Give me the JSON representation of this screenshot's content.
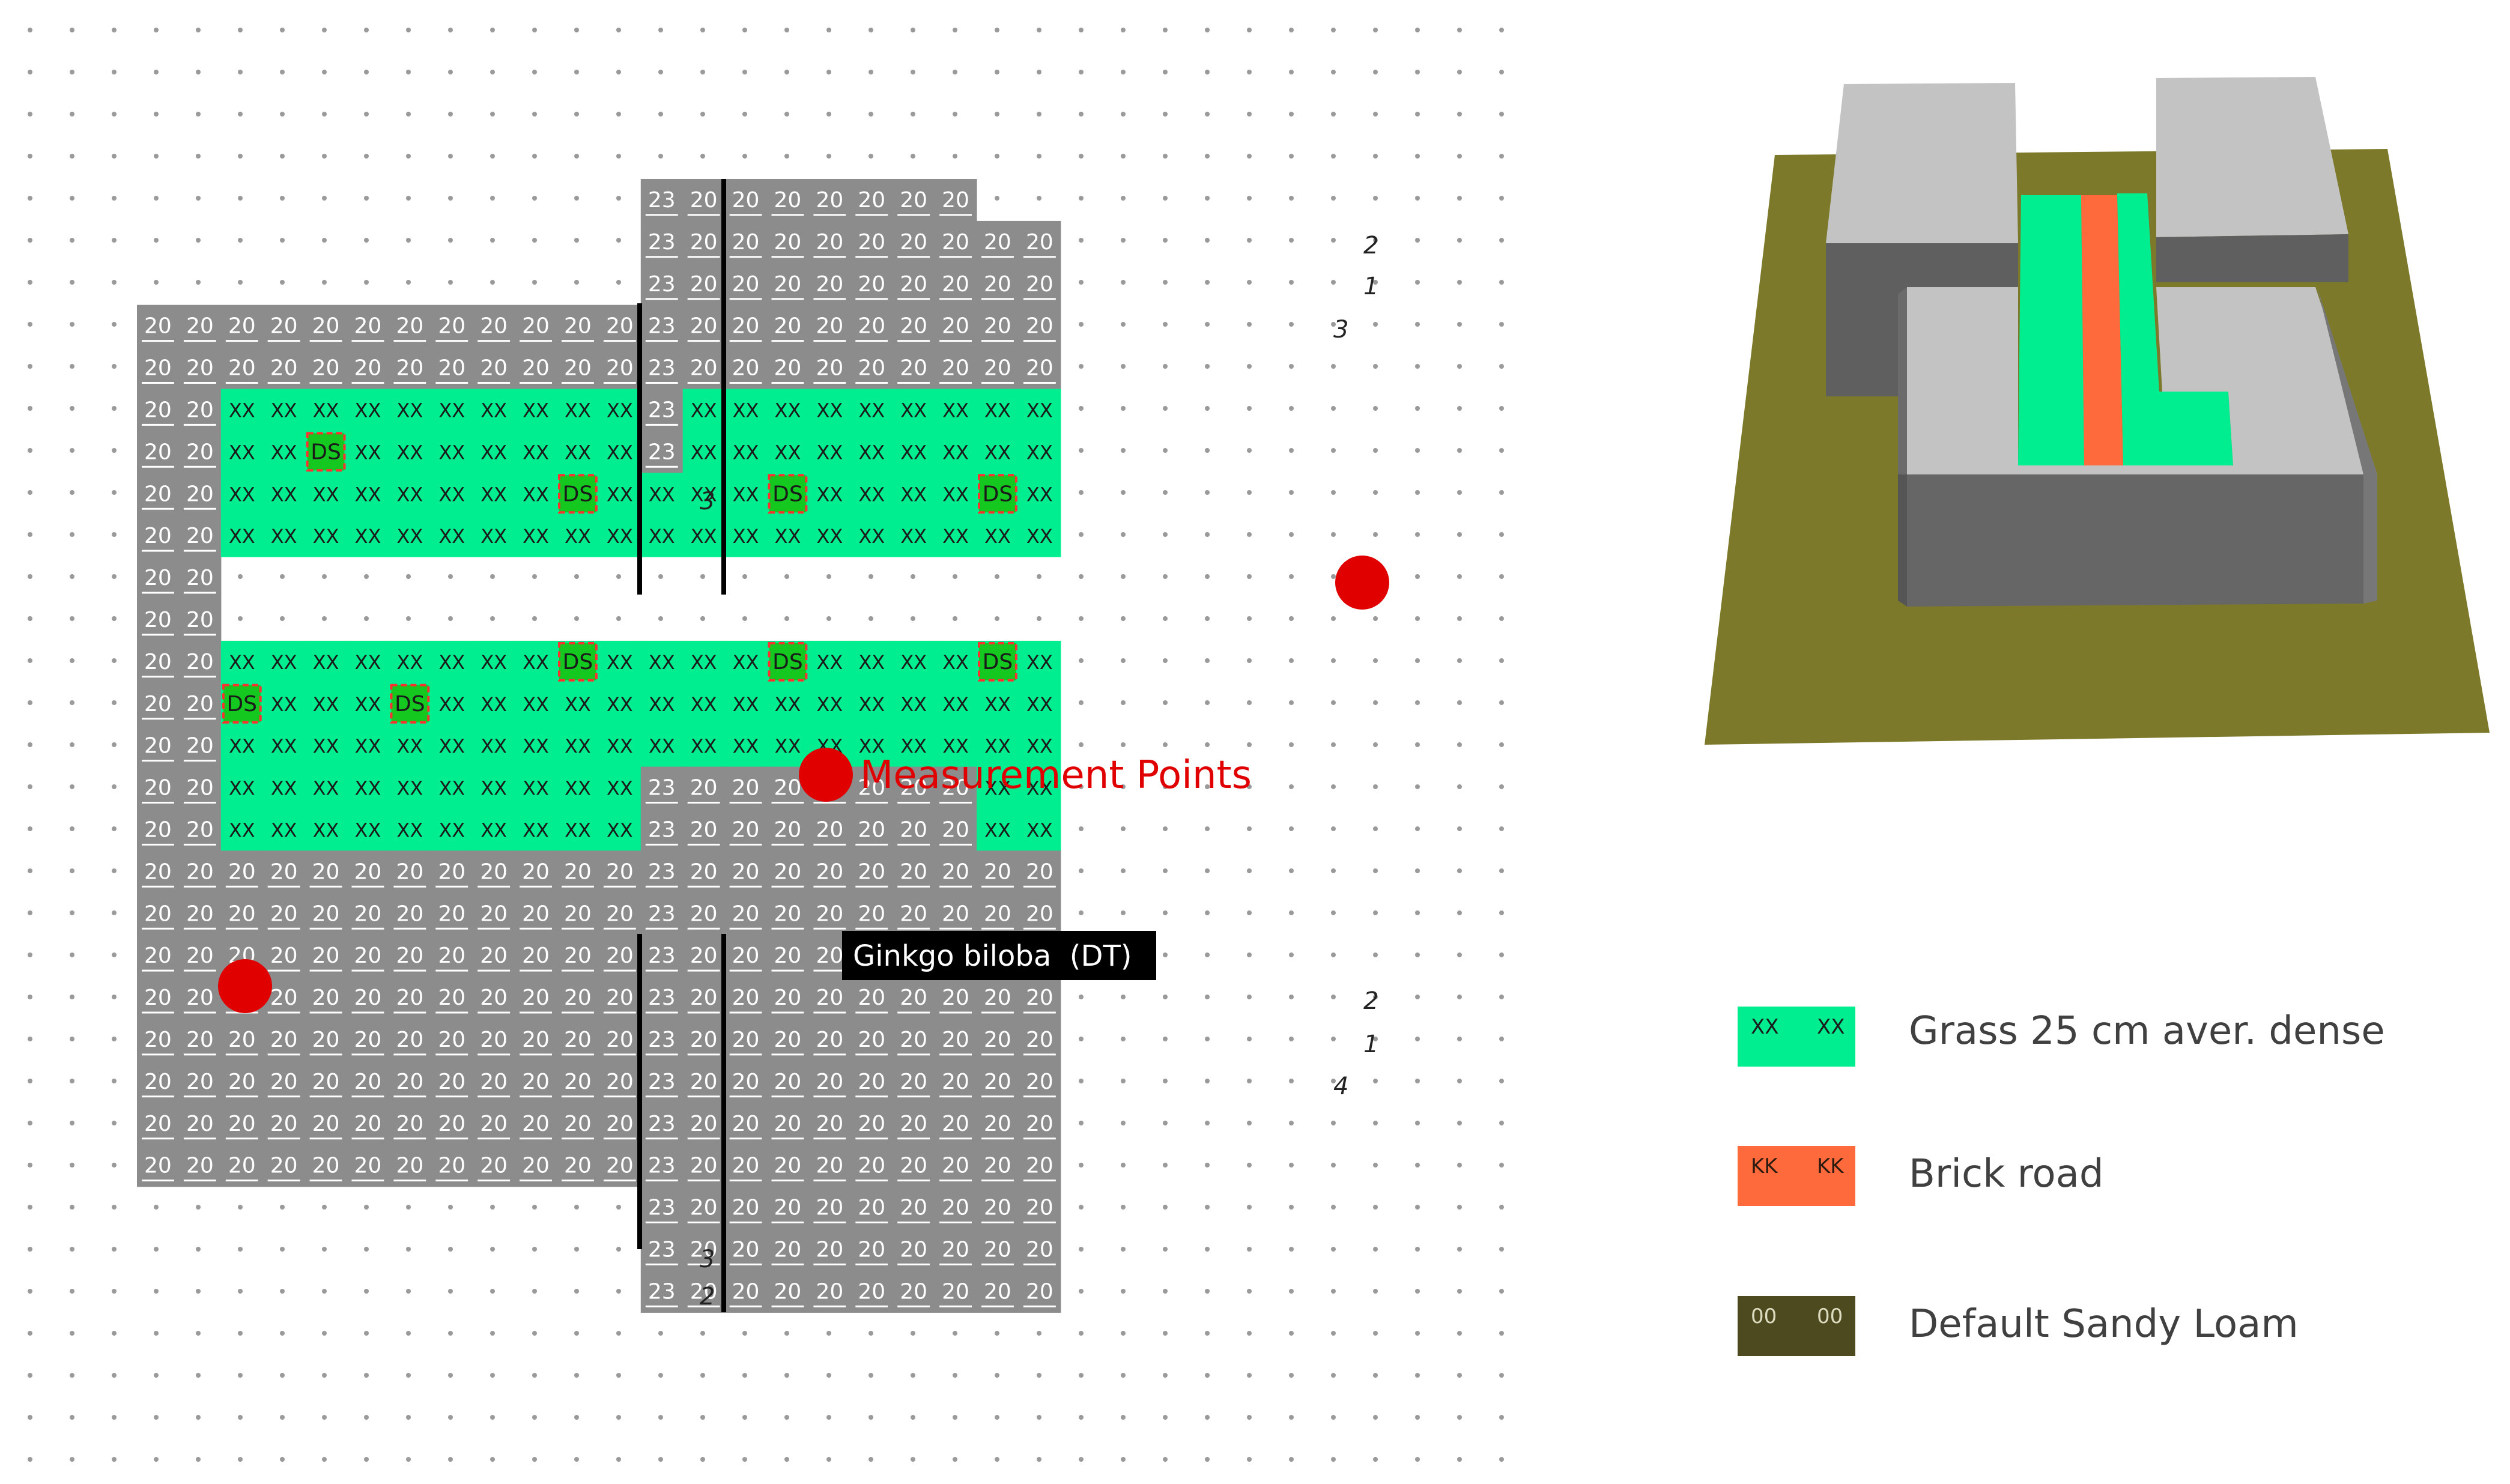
{
  "labels": {
    "measurement": "Measurement Points",
    "tree_tooltip": "Ginkgo biloba  (DT)"
  },
  "codes": {
    "building": "20",
    "building_edge": "23",
    "grass": "XX",
    "shrub": "DS"
  },
  "edge_digits": {
    "top_right": [
      "2",
      "1",
      "3"
    ],
    "bottom_right": [
      "2",
      "1",
      "4"
    ],
    "middle": [
      "3",
      "2"
    ]
  },
  "legend": [
    {
      "code": "XX",
      "label": "Grass 25 cm aver. dense",
      "color": "#00ee90",
      "text_color": "#1a1a1a"
    },
    {
      "code": "KK",
      "label": "Brick road",
      "color": "#ff6a3c",
      "text_color": "#2a1a10"
    },
    {
      "code": "00",
      "label": "Default Sandy Loam",
      "color": "#4e4a20",
      "text_color": "#dcdcc0"
    }
  ],
  "colors": {
    "building": "#8c8c8c",
    "grass": "#00ee90",
    "shrub": "#15c81f",
    "marker": "#e00000",
    "ground_3d": "#7c7a2a",
    "road_3d": "#ff6a3c"
  }
}
